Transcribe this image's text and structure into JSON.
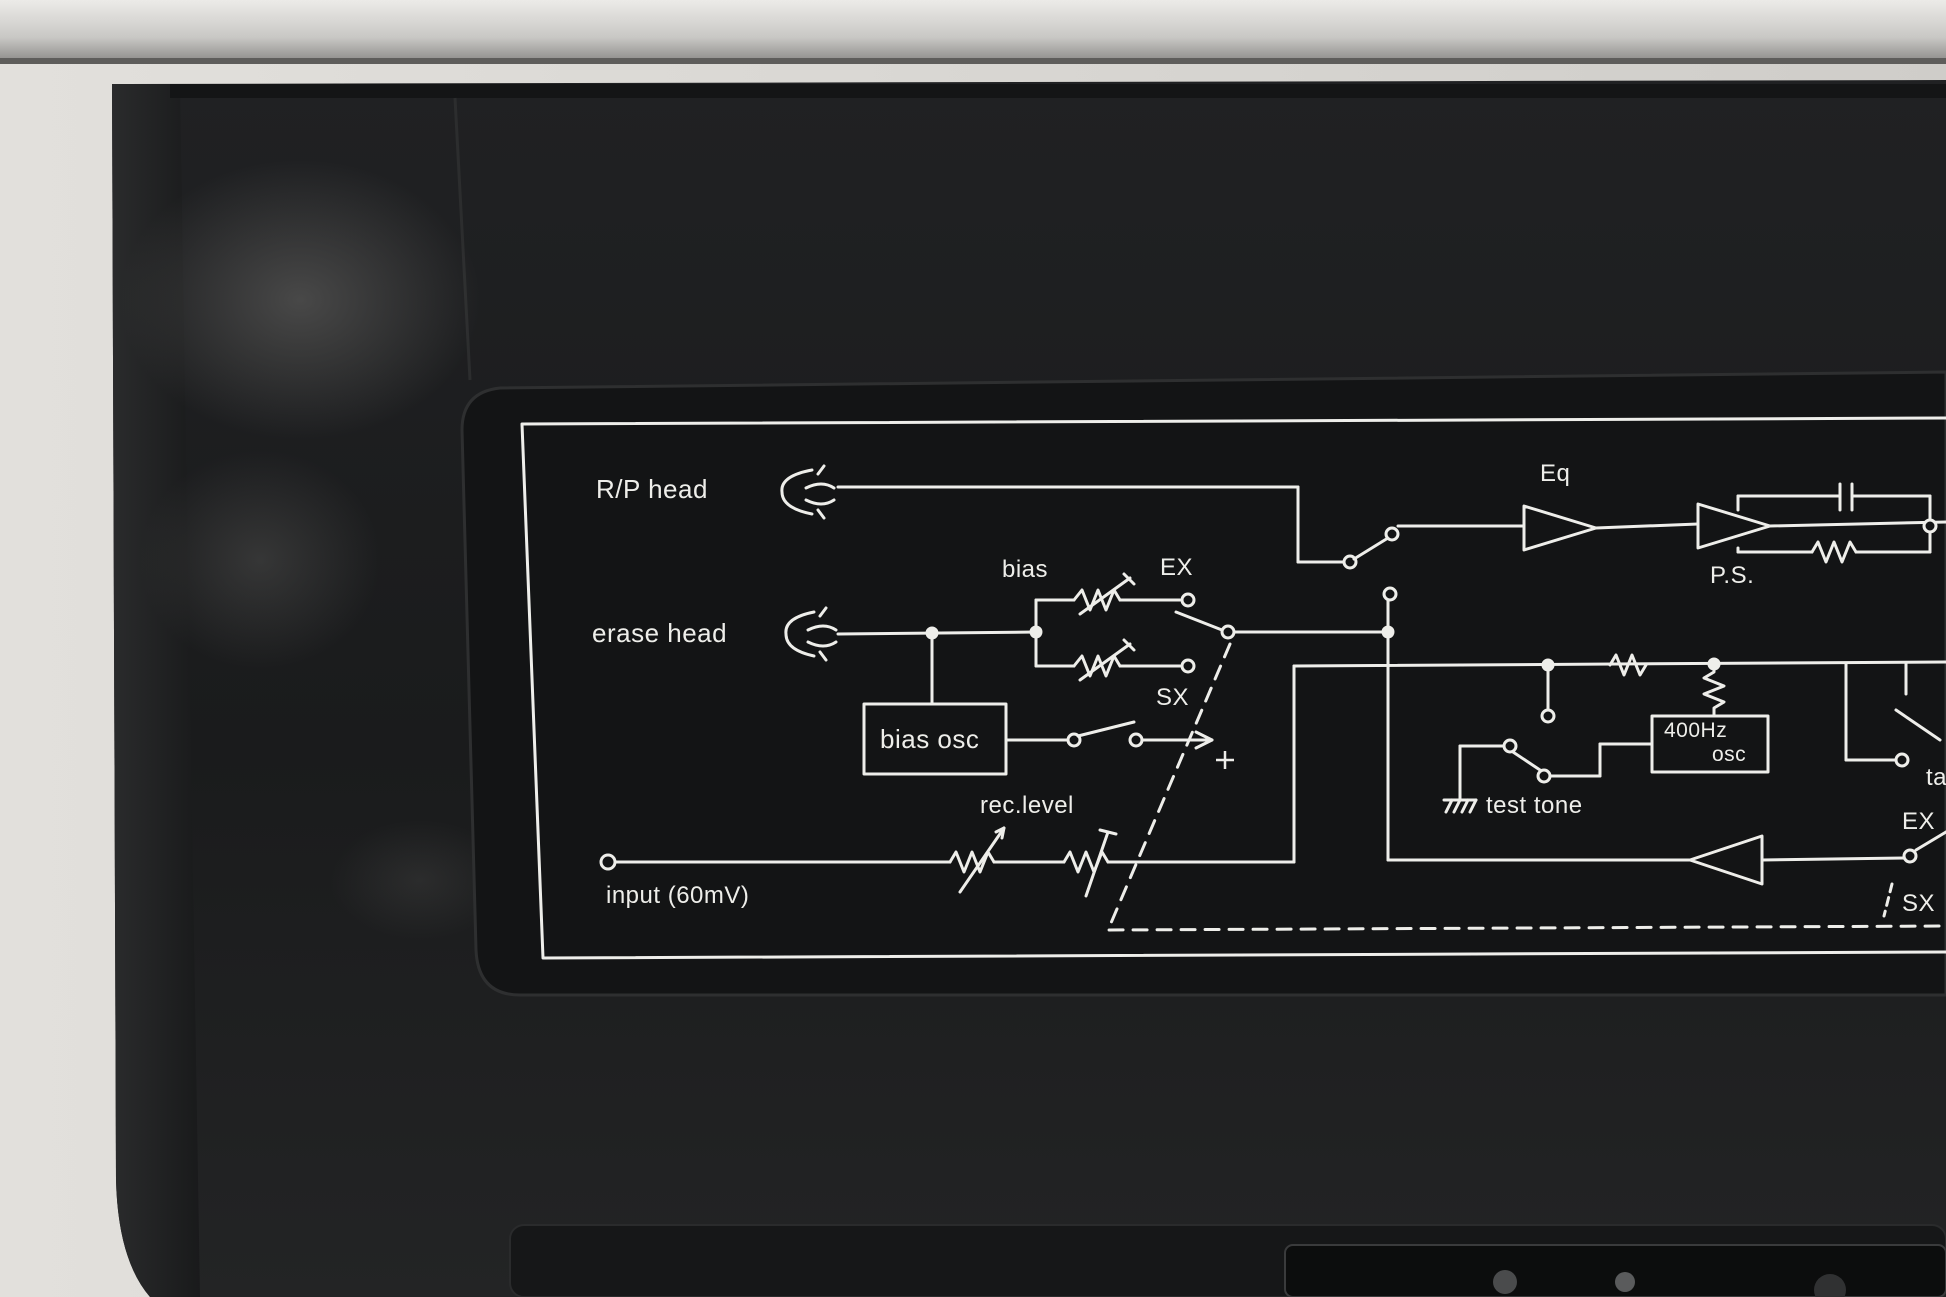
{
  "panel": {
    "labels": {
      "rp_head": "R/P head",
      "erase_head": "erase head",
      "bias": "bias",
      "ex_top": "EX",
      "sx_left": "SX",
      "bias_osc": "bias osc",
      "rec_level": "rec.level",
      "input": "input (60mV)",
      "eq": "Eq",
      "ps": "P.S.",
      "osc_400hz_line1": "400Hz",
      "osc_400hz_line2": "osc",
      "test_tone": "test tone",
      "ex_right": "EX",
      "sx_right": "SX",
      "ta_partial": "ta",
      "plus": "+"
    }
  },
  "colors": {
    "wall": "#d7d5d1",
    "case_black": "#1c1d1e",
    "panel_black": "#101112",
    "print_white": "#eeeeea"
  }
}
